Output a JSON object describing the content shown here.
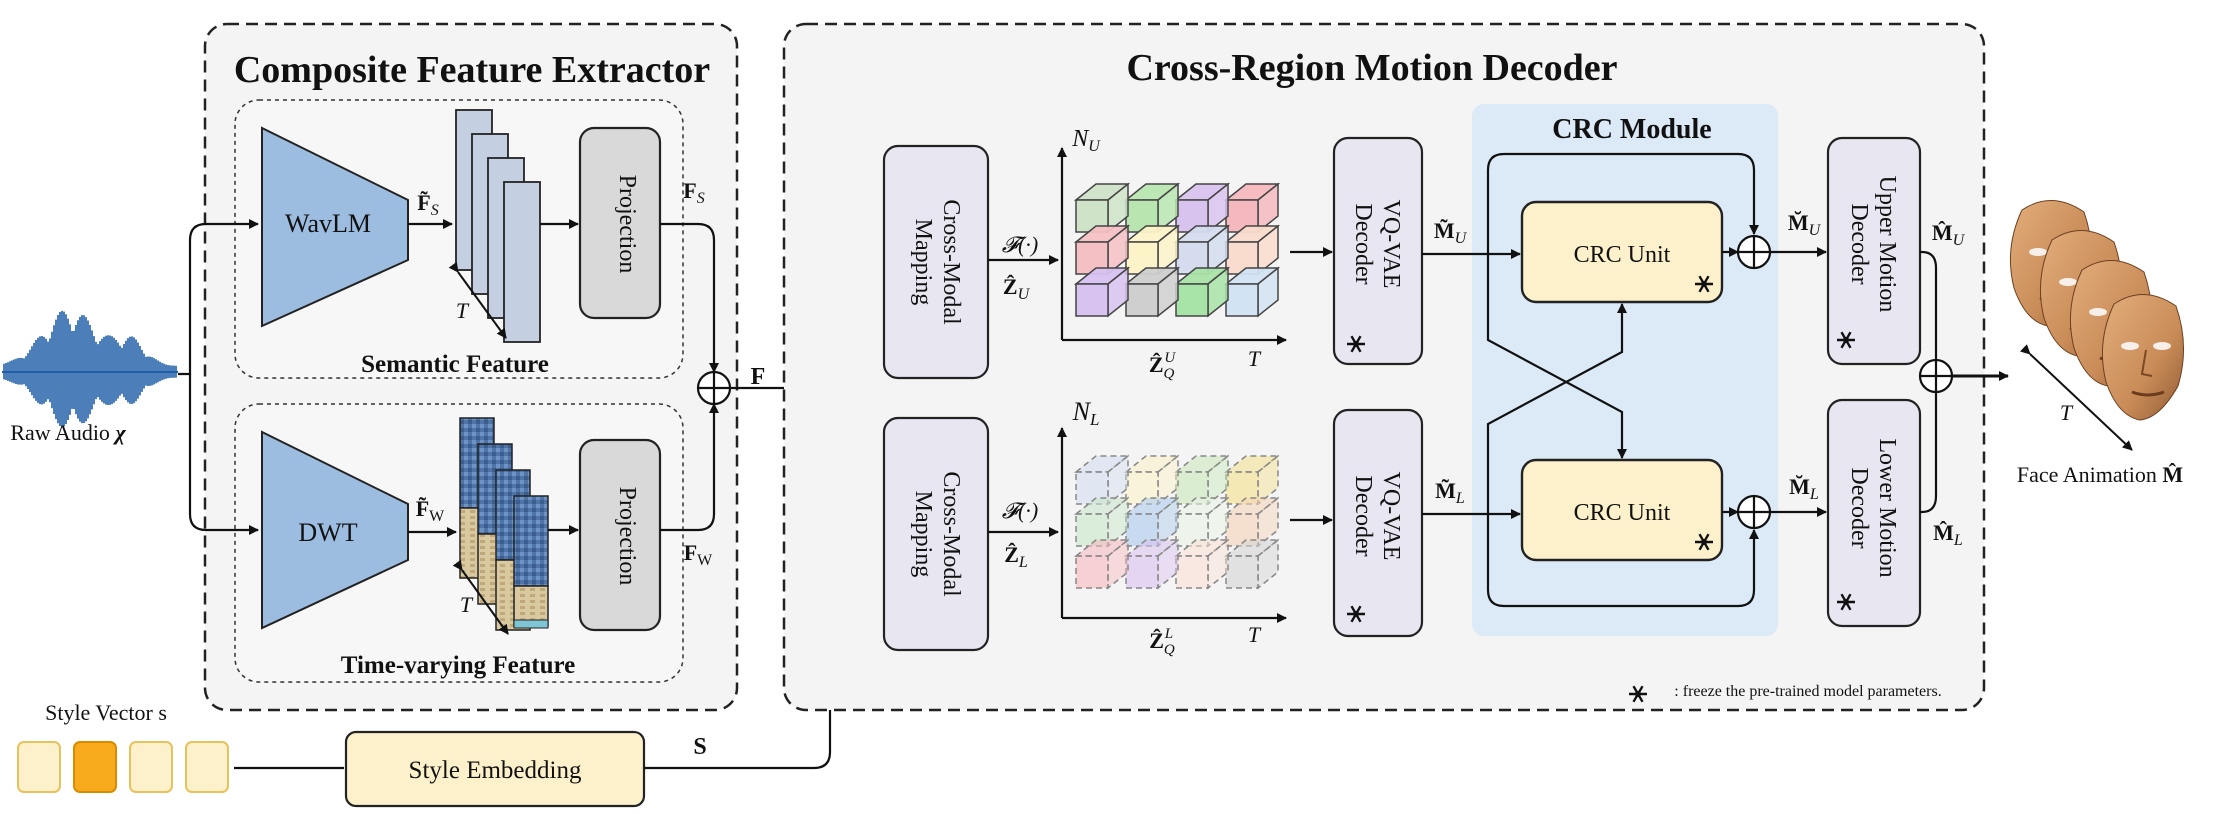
{
  "composite": {
    "title": "Composite Feature Extractor",
    "semantic_label": "Semantic Feature",
    "timevarying_label": "Time-varying Feature"
  },
  "blocks": {
    "wavlm": "WavLM",
    "dwt": "DWT",
    "projection": "Projection"
  },
  "signals": {
    "fs_tilde": "F̃",
    "fs_tilde_sub": "S",
    "fw_tilde": "F̃",
    "fw_tilde_sub": "W",
    "fs": "F",
    "fs_sub": "S",
    "fw": "F",
    "fw_sub": "W",
    "f": "F",
    "s": "S",
    "t": "T"
  },
  "audio": {
    "label": "Raw Audio ",
    "symbol": "χ"
  },
  "style": {
    "vector_label": "Style Vector s",
    "embedding": "Style Embedding",
    "vector_cells": 4,
    "highlight_index": 1
  },
  "decoder": {
    "title": "Cross-Region Motion Decoder",
    "cross_modal_line1": "Cross-Modal",
    "cross_modal_line2": "Mapping",
    "f_dot": "𝓕(·)",
    "zu": "Ẑ",
    "zu_sub": "U",
    "zl": "Ẑ",
    "zl_sub": "L",
    "nu": "N",
    "nu_sub": "U",
    "nl": "N",
    "nl_sub": "L",
    "zqu": "Ẑ",
    "zqu_sub": "Q",
    "zqu_sup": "U",
    "zql": "Ẑ",
    "zql_sub": "Q",
    "zql_sup": "L",
    "vqvae_line1": "VQ-VAE",
    "vqvae_line2": "Decoder",
    "mu_tilde": "M̃",
    "mu_tilde_sub": "U",
    "ml_tilde": "M̃",
    "ml_tilde_sub": "L",
    "crc_module": "CRC Module",
    "crc_unit": "CRC Unit",
    "mu_check": "M̆",
    "mu_check_sub": "U",
    "ml_check": "M̆",
    "ml_check_sub": "L",
    "upper_line1": "Upper Motion",
    "upper_line2": "Decoder",
    "lower_line1": "Lower Motion",
    "lower_line2": "Decoder",
    "mu_hat": "M̂",
    "mu_hat_sub": "U",
    "ml_hat": "M̂",
    "ml_hat_sub": "L",
    "freeze_note": " : freeze the pre-trained model parameters."
  },
  "output": {
    "label": "Face Animation ",
    "symbol": "M̂"
  },
  "colors": {
    "wavelet_blue": "#9dbde0",
    "feature_slab": "#c5cfe2",
    "projection": "#d9d9d9",
    "panel": "#f4f4f4",
    "crc_module_bg": "#dce9f6",
    "crc_unit": "#fdf1cc",
    "style_cell": "#fdf1cc",
    "style_highlight": "#f6aa1c",
    "face": "#d29a67",
    "audio": "#1f5fa8"
  }
}
